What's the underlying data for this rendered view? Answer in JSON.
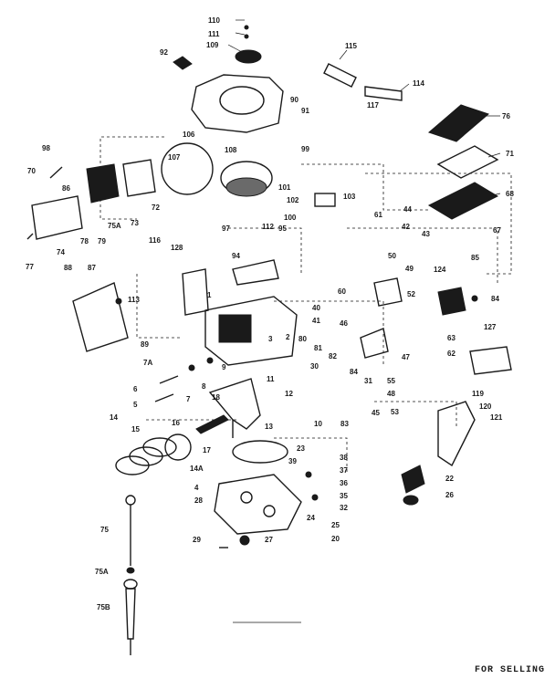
{
  "footer": {
    "text": "FOR SELLING"
  },
  "labels": [
    "110",
    "111",
    "109",
    "92",
    "115",
    "114",
    "117",
    "90",
    "91",
    "76",
    "71",
    "68",
    "67",
    "98",
    "72",
    "70",
    "86",
    "75A",
    "73",
    "78",
    "79",
    "74",
    "77",
    "106",
    "107",
    "108",
    "101",
    "102",
    "103",
    "99",
    "112",
    "100",
    "97",
    "94",
    "95",
    "116",
    "128",
    "87",
    "88",
    "113",
    "89",
    "85",
    "124",
    "84",
    "52",
    "127",
    "119",
    "120",
    "121",
    "40",
    "41",
    "46",
    "80",
    "81",
    "82",
    "83",
    "84",
    "55",
    "48",
    "53",
    "62",
    "63",
    "7A",
    "6",
    "8",
    "9",
    "7",
    "5",
    "14",
    "15",
    "16",
    "17",
    "14A",
    "18",
    "11",
    "12",
    "13",
    "10",
    "23",
    "22",
    "26",
    "24",
    "25",
    "27",
    "28",
    "29",
    "20",
    "32",
    "35",
    "36",
    "37",
    "38",
    "39",
    "75",
    "75A",
    "75B",
    "61",
    "42",
    "43",
    "44",
    "50",
    "49",
    "47",
    "31",
    "30",
    "45",
    "2",
    "1",
    "4",
    "3",
    "60"
  ]
}
